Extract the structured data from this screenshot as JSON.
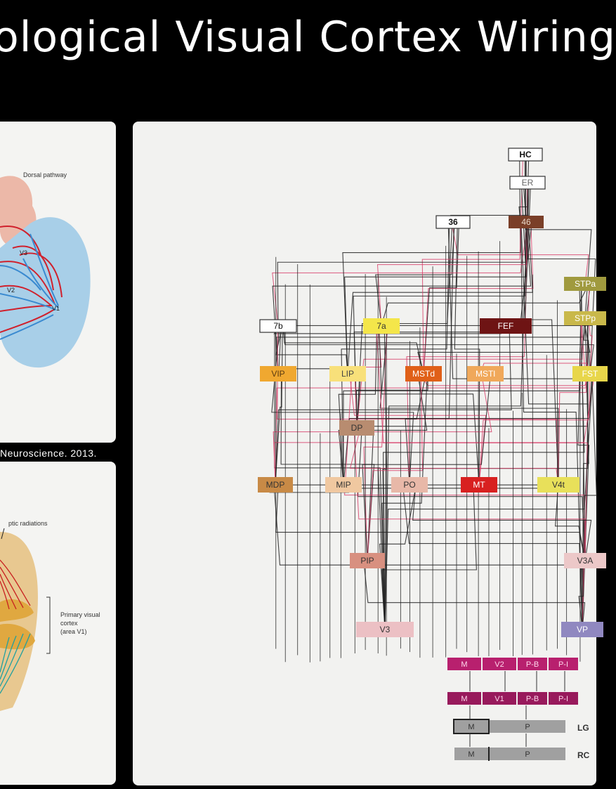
{
  "title": "ological Visual Cortex Wiring",
  "caption": "Neuroscience. 2013.",
  "dorsal_panel": {
    "label": "Dorsal pathway",
    "area_labels": [
      "V3",
      "V2",
      "V1"
    ]
  },
  "optic_panel": {
    "label": "ptic radiations",
    "cortex_label_lines": [
      "Primary visual",
      "cortex",
      "(area V1)"
    ]
  },
  "wiring": {
    "nodes": [
      {
        "id": "HC",
        "color": "#ffffff",
        "text_color": "#111111"
      },
      {
        "id": "ER",
        "color": "#ffffff",
        "text_color": "#666666"
      },
      {
        "id": "36",
        "color": "#ffffff",
        "text_color": "#111111"
      },
      {
        "id": "46",
        "color": "#7a3f28",
        "text_color": "#e8d8c8"
      },
      {
        "id": "STPa",
        "color": "#a09a3e",
        "text_color": "#ffffff"
      },
      {
        "id": "STPp",
        "color": "#c9b84a",
        "text_color": "#ffffff"
      },
      {
        "id": "7b",
        "color": "#ffffff",
        "text_color": "#111111"
      },
      {
        "id": "7a",
        "color": "#f4e64a",
        "text_color": "#333333"
      },
      {
        "id": "FEF",
        "color": "#6e1414",
        "text_color": "#ffffff"
      },
      {
        "id": "VIP",
        "color": "#f0a830",
        "text_color": "#5a3a10"
      },
      {
        "id": "LIP",
        "color": "#f8e07a",
        "text_color": "#444444"
      },
      {
        "id": "MSTd",
        "color": "#e06018",
        "text_color": "#ffffff"
      },
      {
        "id": "MSTl",
        "color": "#f0a85a",
        "text_color": "#ffffff"
      },
      {
        "id": "FST",
        "color": "#e8d64a",
        "text_color": "#ffffff"
      },
      {
        "id": "DP",
        "color": "#b88c70",
        "text_color": "#333333"
      },
      {
        "id": "MDP",
        "color": "#c88a46",
        "text_color": "#333333"
      },
      {
        "id": "MIP",
        "color": "#f0c8a0",
        "text_color": "#333333"
      },
      {
        "id": "PO",
        "color": "#e8b8a8",
        "text_color": "#333333"
      },
      {
        "id": "MT",
        "color": "#d82020",
        "text_color": "#ffffff"
      },
      {
        "id": "V4t",
        "color": "#e8e05a",
        "text_color": "#333333"
      },
      {
        "id": "PIP",
        "color": "#d89080",
        "text_color": "#333333"
      },
      {
        "id": "V3A",
        "color": "#ecc8c8",
        "text_color": "#333333"
      },
      {
        "id": "V3",
        "color": "#ecc0c4",
        "text_color": "#333333"
      },
      {
        "id": "VP",
        "color": "#9088c0",
        "text_color": "#ffffff"
      }
    ],
    "v2_row": [
      "M",
      "V2",
      "P-B",
      "P-I"
    ],
    "v1_row": [
      "M",
      "V1",
      "P-B",
      "P-I"
    ],
    "lgn_row": {
      "cells": [
        "M",
        "P"
      ],
      "label": "LG"
    },
    "rgc_row": {
      "cells": [
        "M",
        "P"
      ],
      "label": "RC"
    },
    "colors": {
      "pathway_line": "#222222",
      "feedback_line": "#d8406a",
      "v2_row": "#b8206e",
      "v1_row": "#981a5c",
      "lgn": "#a0a0a0"
    }
  }
}
